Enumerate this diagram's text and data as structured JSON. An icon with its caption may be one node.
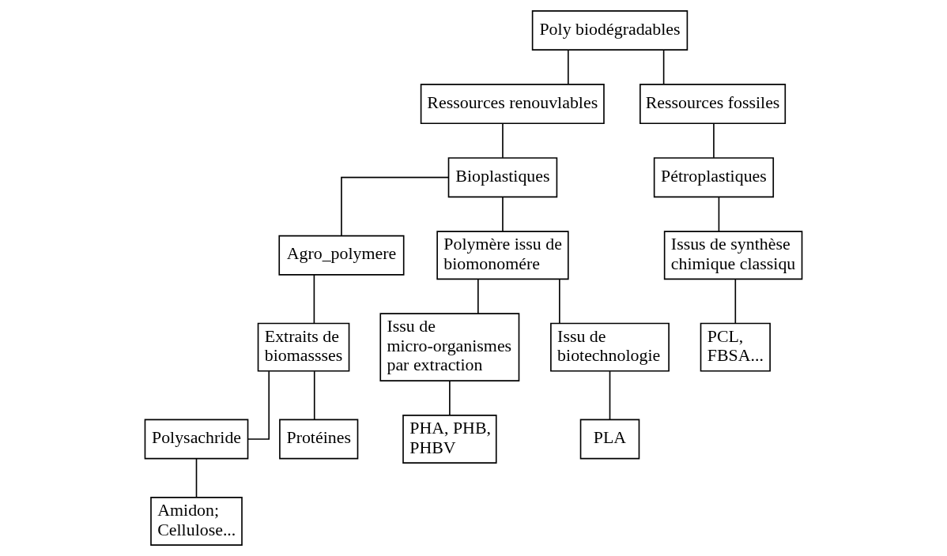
{
  "diagram": {
    "nodes": [
      {
        "text": [
          "Poly biodégradables"
        ]
      },
      {
        "text": [
          "Ressources renouvlables"
        ]
      },
      {
        "text": [
          "Ressources fossiles"
        ]
      },
      {
        "text": [
          "Bioplastiques"
        ]
      },
      {
        "text": [
          "Pétroplastiques"
        ]
      },
      {
        "text": [
          "Agro_polymere"
        ]
      },
      {
        "text": [
          "Polymère issu de biomonomére"
        ]
      },
      {
        "text": [
          "Extraits de biomassses"
        ]
      },
      {
        "text": [
          "Issu de micro-organismes par extraction"
        ]
      },
      {
        "text": [
          "Issu de biotechnologie"
        ]
      },
      {
        "text": [
          "Issus de synthèse chimique classiqu"
        ]
      },
      {
        "text": [
          "Polysachride"
        ]
      },
      {
        "text": [
          "Protéines"
        ]
      },
      {
        "text": [
          "PHA, PHB, PHBV"
        ]
      },
      {
        "text": [
          "PLA"
        ]
      },
      {
        "text": [
          "PCL, FBSA..."
        ]
      },
      {
        "text": [
          "Amidon; Cellulose..."
        ]
      }
    ],
    "edges": [
      {
        "from": 0,
        "to": 1,
        "arrow": "none"
      },
      {
        "from": 0,
        "to": 2,
        "arrow": "none"
      },
      {
        "from": 1,
        "to": 3,
        "arrow": "none"
      },
      {
        "from": 2,
        "to": 4,
        "arrow": "none"
      },
      {
        "from": 3,
        "to": 5,
        "arrow": "none"
      },
      {
        "from": 3,
        "to": 6,
        "arrow": "none"
      },
      {
        "from": 5,
        "to": 7,
        "arrow": "none"
      },
      {
        "from": 6,
        "to": 8,
        "arrow": "none"
      },
      {
        "from": 6,
        "to": 9,
        "arrow": "none"
      },
      {
        "from": 4,
        "to": 10,
        "arrow": "none"
      },
      {
        "from": 7,
        "to": 11,
        "arrow": "none"
      },
      {
        "from": 7,
        "to": 12,
        "arrow": "none"
      },
      {
        "from": 8,
        "to": 13,
        "arrow": "none"
      },
      {
        "from": 9,
        "to": 14,
        "arrow": "none"
      },
      {
        "from": 10,
        "to": 15,
        "arrow": "none"
      },
      {
        "from": 11,
        "to": 16,
        "arrow": "none"
      }
    ]
  }
}
